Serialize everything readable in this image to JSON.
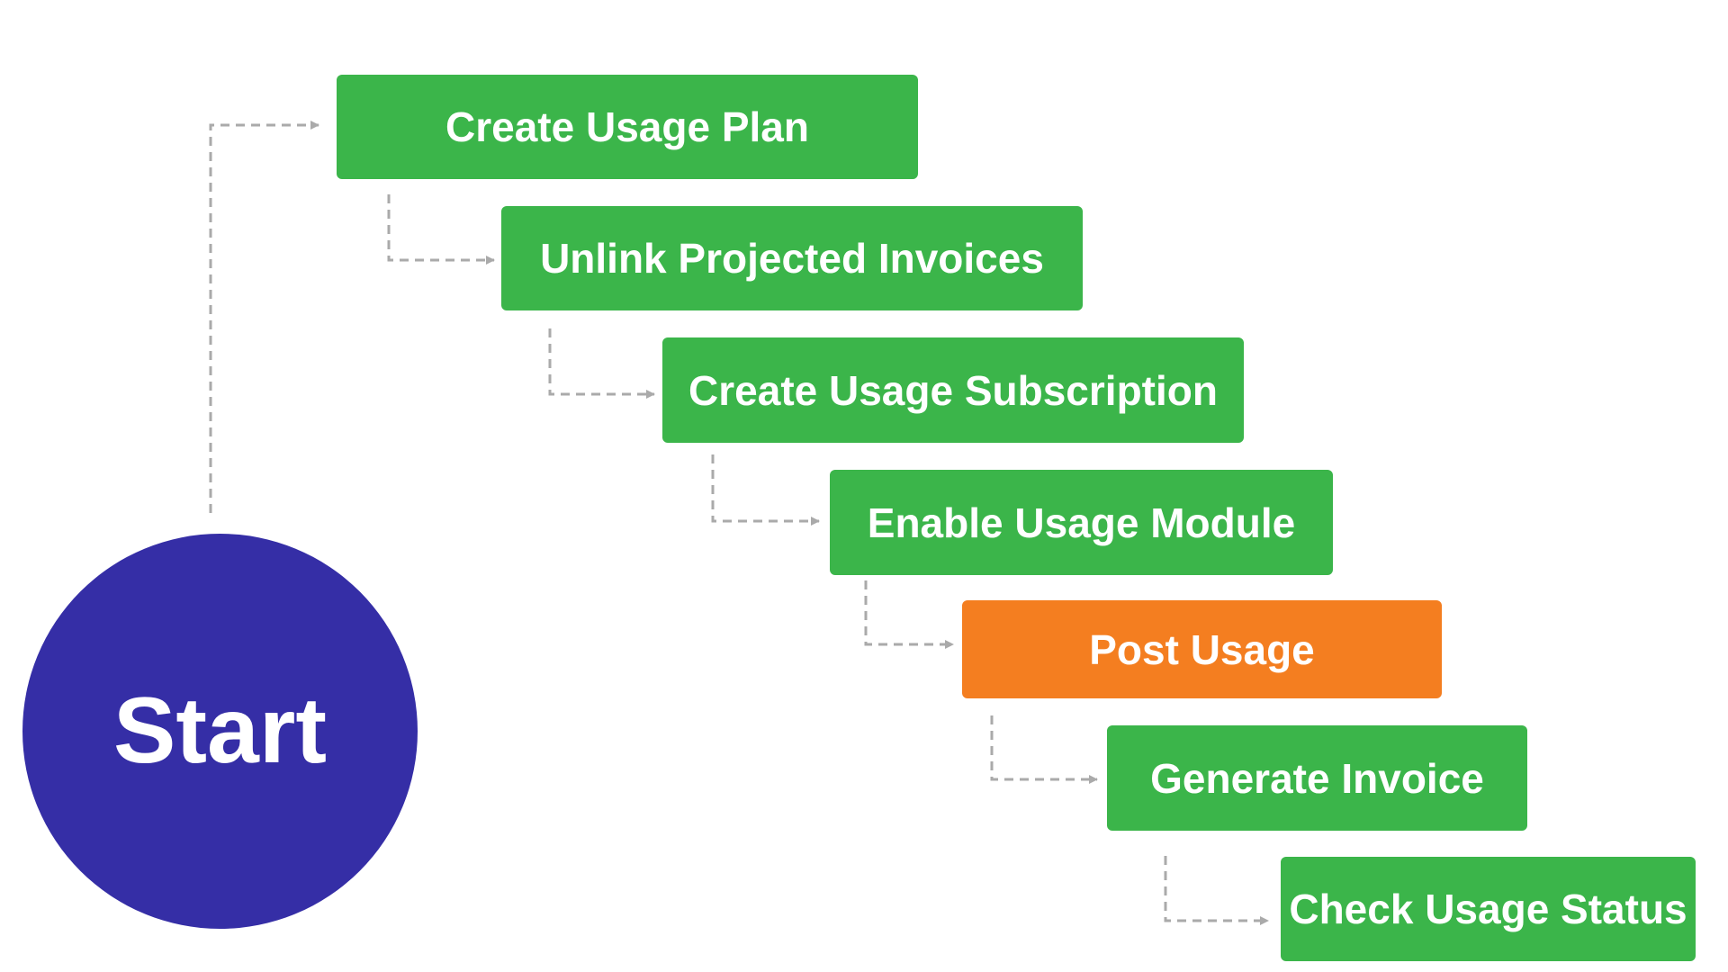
{
  "start": {
    "label": "Start",
    "color": "#352ea6"
  },
  "steps": [
    {
      "label": "Create Usage Plan",
      "color": "#3bb54a"
    },
    {
      "label": "Unlink Projected Invoices",
      "color": "#3bb54a"
    },
    {
      "label": "Create Usage Subscription",
      "color": "#3bb54a"
    },
    {
      "label": "Enable Usage Module",
      "color": "#3bb54a"
    },
    {
      "label": "Post Usage",
      "color": "#f47e20"
    },
    {
      "label": "Generate Invoice",
      "color": "#3bb54a"
    },
    {
      "label": "Check Usage Status",
      "color": "#3bb54a"
    }
  ],
  "connector_color": "#aaaaaa"
}
